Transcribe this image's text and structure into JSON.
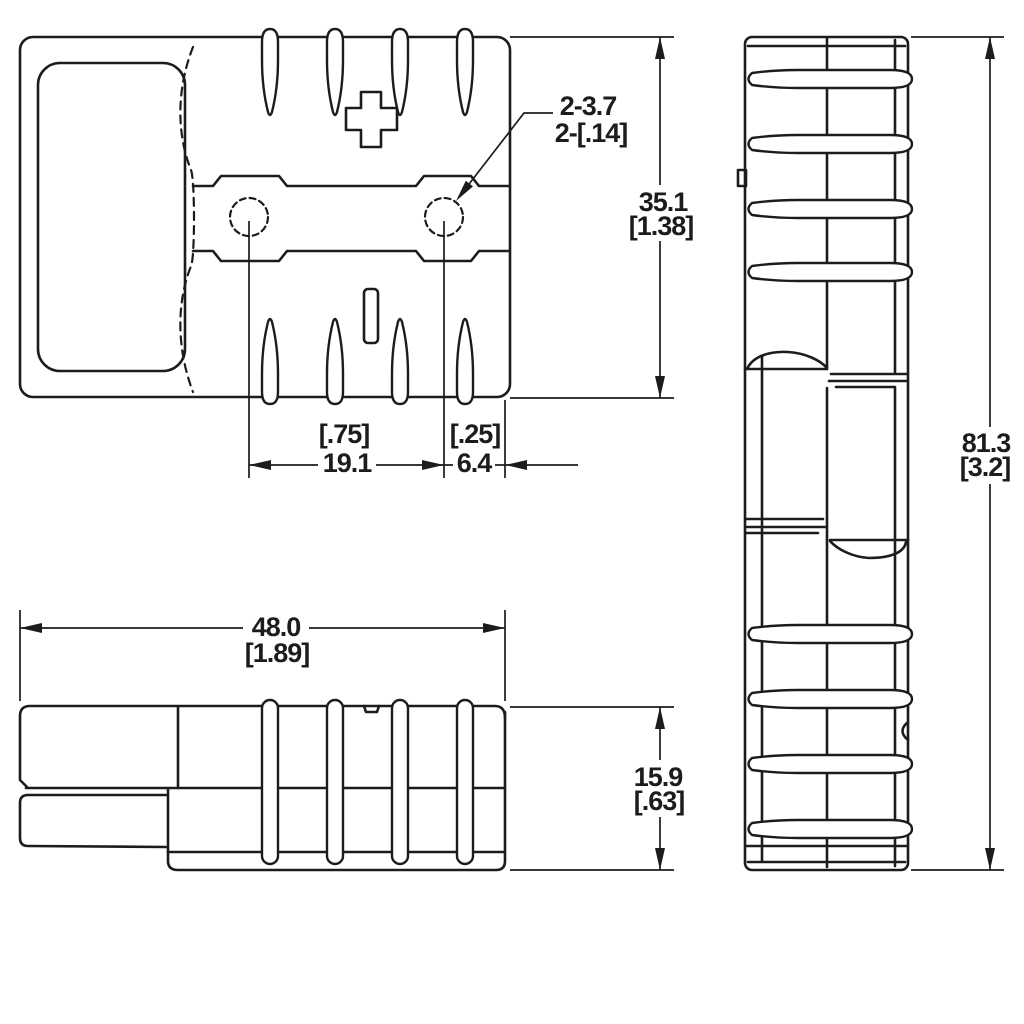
{
  "drawing": {
    "description": "Two-pole power connector housing engineering drawing, three orthographic views",
    "colors": {
      "background": "#ffffff",
      "line": "#1c1c1c"
    },
    "views": {
      "front": "front-view",
      "side": "side-view",
      "top": "top-view"
    }
  },
  "dimensions": {
    "front_height_mm": "35.1",
    "front_height_in": "[1.38]",
    "hole_pitch_in": "[.75]",
    "hole_pitch_mm": "19.1",
    "hole_edge_in": "[.25]",
    "hole_edge_mm": "6.4",
    "overall_width_mm": "48.0",
    "overall_width_in": "[1.89]",
    "body_height_mm": "15.9",
    "body_height_in": "[.63]",
    "overall_length_mm": "81.3",
    "overall_length_in": "[3.2]",
    "hole_callout_line1": "2-3.7",
    "hole_callout_line2": "2-[.14]"
  }
}
